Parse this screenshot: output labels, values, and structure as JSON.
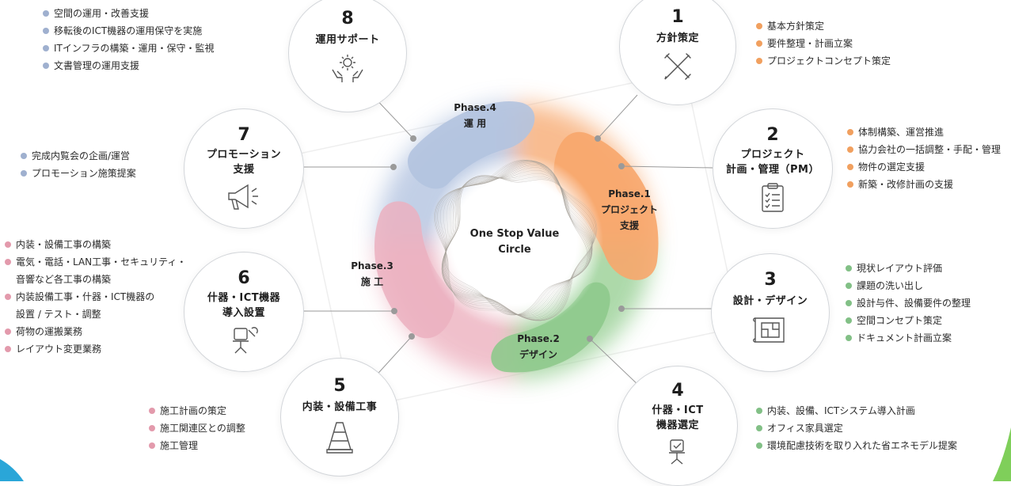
{
  "colors": {
    "orange": "#f6a66a",
    "green": "#8ec98c",
    "pink": "#e8a7b6",
    "blue": "#a9bad8",
    "orange_dot": "#f1a05f",
    "green_dot": "#82c086",
    "pink_dot": "#e39aac",
    "blue_dot": "#9fb0cf"
  },
  "center": {
    "label": "One Stop Value\nCircle"
  },
  "phases": [
    {
      "id": "phase1",
      "label": "Phase.1\nプロジェクト\n支援",
      "color": "orange"
    },
    {
      "id": "phase2",
      "label": "Phase.2\nデザイン",
      "color": "green"
    },
    {
      "id": "phase3",
      "label": "Phase.3\n施 工",
      "color": "pink"
    },
    {
      "id": "phase4",
      "label": "Phase.4\n運 用",
      "color": "blue"
    }
  ],
  "steps": [
    {
      "number": "1",
      "title": "方針策定",
      "icon": "tools-icon",
      "phase": "orange",
      "bullets": [
        "基本方針策定",
        "要件整理・計画立案",
        "プロジェクトコンセプト策定"
      ]
    },
    {
      "number": "2",
      "title": "プロジェクト\n計画・管理（PM）",
      "icon": "clipboard-icon",
      "phase": "orange",
      "bullets": [
        "体制構築、運営推進",
        "協力会社の一括調整・手配・管理",
        "物件の選定支援",
        "新築・改修計画の支援"
      ]
    },
    {
      "number": "3",
      "title": "設計・デザイン",
      "icon": "blueprint-icon",
      "phase": "green",
      "bullets": [
        "現状レイアウト評価",
        "課題の洗い出し",
        "設計与件、設備要件の整理",
        "空間コンセプト策定",
        "ドキュメント計画立案"
      ]
    },
    {
      "number": "4",
      "title": "什器・ICT\n機器選定",
      "icon": "chair-check-icon",
      "phase": "green",
      "bullets": [
        "内装、設備、ICTシステム導入計画",
        "オフィス家具選定",
        "環境配慮技術を取り入れた省エネモデル提案"
      ]
    },
    {
      "number": "5",
      "title": "内装・設備工事",
      "icon": "traffic-cone-icon",
      "phase": "pink",
      "bullets": [
        "施工計画の策定",
        "施工関連区との調整",
        "施工管理"
      ]
    },
    {
      "number": "6",
      "title": "什器・ICT機器\n導入設置",
      "icon": "chair-wrench-icon",
      "phase": "pink",
      "bullets": [
        "内装・設備工事の構築",
        "電気・電話・LAN工事・セキュリティ・",
        "音響など各工事の構築",
        "内装設備工事・什器・ICT機器の",
        "設置 / テスト・調整",
        "荷物の運搬業務",
        "レイアウト変更業務"
      ]
    },
    {
      "number": "7",
      "title": "プロモーション\n支援",
      "icon": "megaphone-icon",
      "phase": "blue",
      "bullets": [
        "完成内覧会の企画/運営",
        "プロモーション施策提案"
      ]
    },
    {
      "number": "8",
      "title": "運用サポート",
      "icon": "gear-hands-icon",
      "phase": "blue",
      "bullets": [
        "空間の運用・改善支援",
        "移転後のICT機器の運用保守を実施",
        "ITインフラの構築・運用・保守・監視",
        "文書管理の運用支援"
      ]
    }
  ]
}
